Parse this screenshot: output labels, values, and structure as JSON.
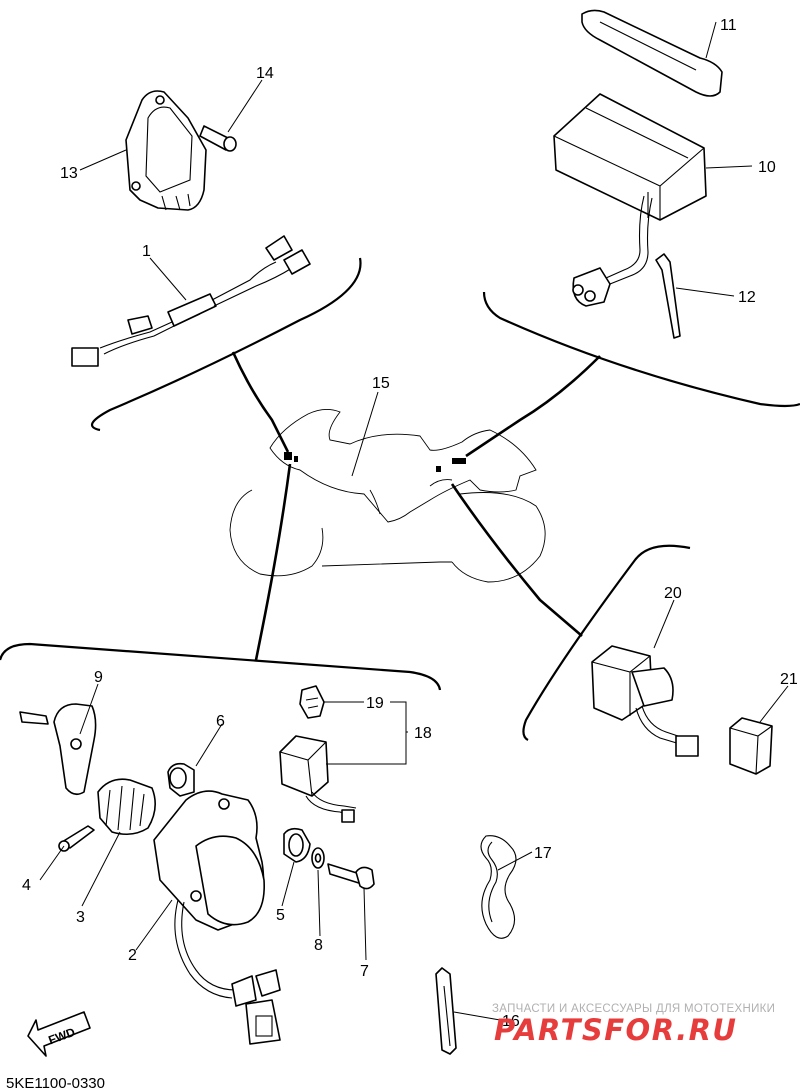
{
  "diagram_code": "5KE1100-0330",
  "fwd_label": "FWD",
  "watermark": {
    "top": "ЗАПЧАСТИ И АКСЕССУАРЫ ДЛЯ МОТОТЕХНИКИ",
    "brand": "PARTSFOR.RU"
  },
  "callouts": [
    "1",
    "2",
    "3",
    "4",
    "5",
    "6",
    "7",
    "8",
    "9",
    "10",
    "11",
    "12",
    "13",
    "14",
    "15",
    "16",
    "17",
    "18",
    "19",
    "20",
    "21"
  ]
}
